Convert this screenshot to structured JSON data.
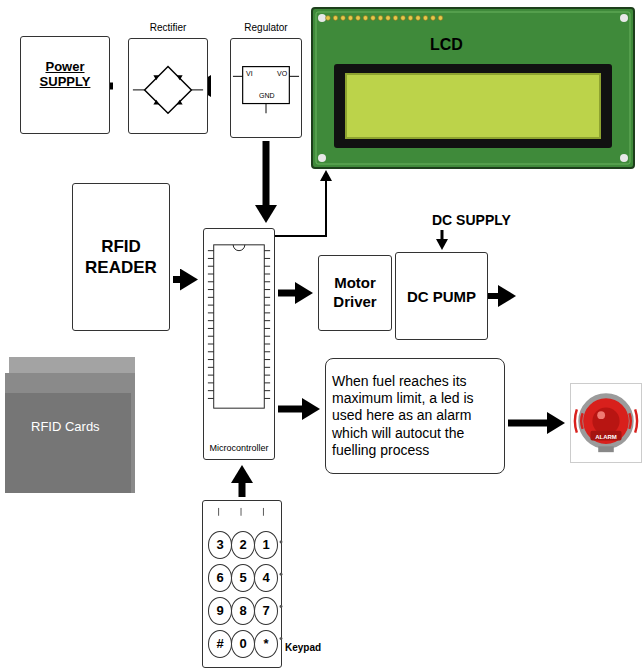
{
  "diagram": {
    "nodes": [
      {
        "text": [
          "Power SUPPLY"
        ]
      },
      {
        "text": [
          "Rectifier"
        ]
      },
      {
        "text": [
          "Regulator"
        ]
      },
      {
        "text": [
          "LCD"
        ]
      },
      {
        "text": [
          "RFID READER"
        ]
      },
      {
        "text": [
          "Microcontroller"
        ]
      },
      {
        "text": [
          "Motor Driver"
        ]
      },
      {
        "text": [
          "DC PUMP"
        ]
      },
      {
        "text": [
          "When fuel reaches its maximum limit, a led is used here as an alarm which will autocut the fuelling process"
        ]
      },
      {
        "text": [
          "ALARM"
        ]
      },
      {
        "text": [
          "RFID Cards"
        ]
      },
      {
        "text": [
          "Keypad"
        ]
      }
    ],
    "edges": [
      {
        "from": 0,
        "to": 1,
        "arrow": "to"
      },
      {
        "from": 1,
        "to": 2,
        "arrow": "to"
      },
      {
        "from": 2,
        "to": 5,
        "arrow": "to"
      },
      {
        "from": 5,
        "to": 3,
        "arrow": "to"
      },
      {
        "from": 4,
        "to": 5,
        "arrow": "to"
      },
      {
        "from": 5,
        "to": 6,
        "arrow": "to"
      },
      {
        "from": 6,
        "to": 7,
        "arrow": "to"
      },
      {
        "from": 5,
        "to": 8,
        "arrow": "to"
      },
      {
        "from": 8,
        "to": 9,
        "arrow": "to"
      },
      {
        "from": 11,
        "to": 5,
        "arrow": "to"
      }
    ],
    "labels": [
      "VI",
      "VO",
      "GND",
      "DC SUPPLY",
      "3",
      "2",
      "1",
      "6",
      "5",
      "4",
      "9",
      "8",
      "7",
      "#",
      "0",
      "*"
    ]
  }
}
